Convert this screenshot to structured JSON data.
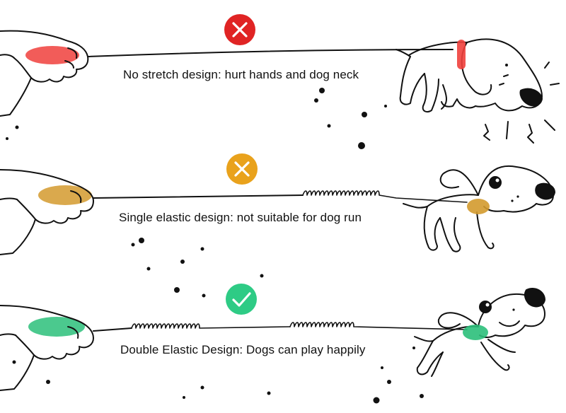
{
  "panels": [
    {
      "caption": "No stretch design: hurt hands and dog neck",
      "status": "bad",
      "status_icon": "cross-icon",
      "badge_color": "#e02424",
      "highlight_color": "#f0403c"
    },
    {
      "caption": "Single elastic design: not suitable for dog run",
      "status": "warning",
      "status_icon": "cross-icon",
      "badge_color": "#e9a21c",
      "highlight_color": "#d39a2e"
    },
    {
      "caption": "Double Elastic Design: Dogs can play happily",
      "status": "good",
      "status_icon": "check-icon",
      "badge_color": "#2ecb85",
      "highlight_color": "#2bbf7a"
    }
  ]
}
